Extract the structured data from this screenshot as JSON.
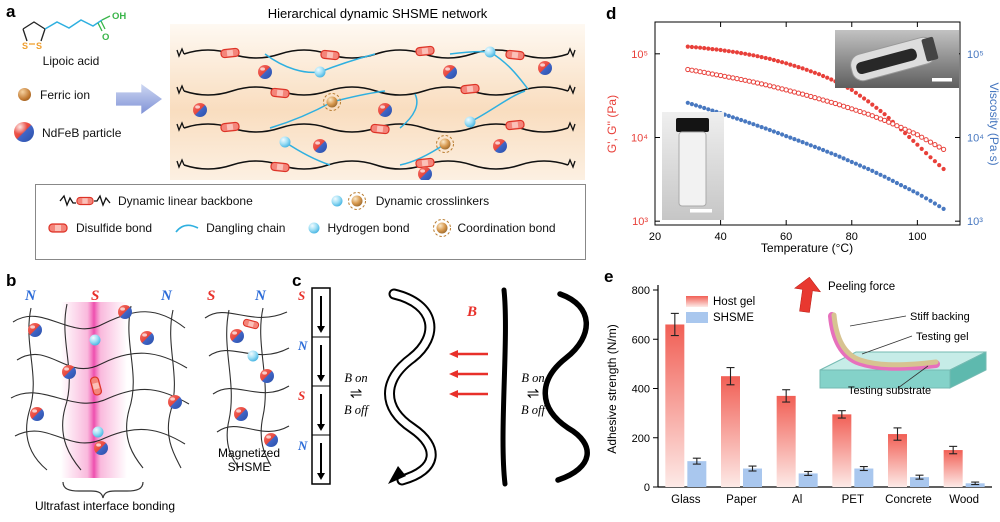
{
  "panels": {
    "a": {
      "label": "a",
      "network_title": "Hierarchical dynamic SHSME network",
      "materials": [
        {
          "name": "lipoic-acid",
          "label": "Lipoic acid"
        },
        {
          "name": "ferric-ion",
          "label": "Ferric ion"
        },
        {
          "name": "ndfeb-particle",
          "label": "NdFeB particle"
        }
      ],
      "molecule": {
        "o": "O",
        "oh": "OH",
        "s_left": "S",
        "s_right": "S"
      },
      "legend": {
        "row1": [
          {
            "name": "dynamic-linear-backbone",
            "label": "Dynamic linear backbone"
          },
          {
            "name": "dynamic-crosslinkers",
            "label": "Dynamic crosslinkers"
          }
        ],
        "row2": [
          {
            "name": "disulfide-bond",
            "label": "Disulfide bond"
          },
          {
            "name": "dangling-chain",
            "label": "Dangling chain"
          },
          {
            "name": "hydrogen-bond",
            "label": "Hydrogen bond"
          },
          {
            "name": "coordination-bond",
            "label": "Coordination bond"
          }
        ]
      }
    },
    "b": {
      "label": "b",
      "poles_top": [
        "N",
        "S",
        "N"
      ],
      "poles_small": [
        "S",
        "N"
      ],
      "magnetized_label": "Magnetized SHSME",
      "caption": "Ultrafast interface bonding",
      "pole_colors": {
        "N": "#2b6bd8",
        "S": "#e8302a"
      }
    },
    "c": {
      "label": "c",
      "magnet_poles": [
        "S",
        "N",
        "S",
        "N"
      ],
      "b_on": "B on",
      "b_off": "B off",
      "reversible": "⇌",
      "field_label": "B",
      "field_color": "#e8302a"
    },
    "d": {
      "label": "d"
    },
    "e": {
      "label": "e",
      "inset": {
        "peeling_force": "Peeling force",
        "stiff_backing": "Stiff backing",
        "testing_gel": "Testing gel",
        "testing_substrate": "Testing substrate"
      }
    }
  },
  "chart_data": [
    {
      "id": "rheology",
      "type": "scatter",
      "panel": "d",
      "xlabel": "Temperature (°C)",
      "ylabel_left": "G', G'' (Pa)",
      "ylabel_right": "Viscosity (Pa·s)",
      "xlim": [
        20,
        113
      ],
      "x_ticks": [
        20,
        40,
        60,
        80,
        100
      ],
      "ylog": [
        900,
        240000
      ],
      "y_ticks": [
        {
          "v": 1000,
          "label": "10³"
        },
        {
          "v": 10000,
          "label": "10⁴"
        },
        {
          "v": 100000,
          "label": "10⁵"
        }
      ],
      "axis_left_color": "#e8403a",
      "axis_right_color": "#4878c0",
      "grid": false,
      "series": [
        {
          "name": "G'",
          "axis": "left",
          "marker": "filled",
          "color": "#e8403a",
          "points": [
            [
              30,
              122000
            ],
            [
              35,
              117000
            ],
            [
              40,
              111000
            ],
            [
              45,
              104000
            ],
            [
              50,
              96000
            ],
            [
              55,
              87000
            ],
            [
              60,
              77000
            ],
            [
              65,
              67000
            ],
            [
              70,
              57000
            ],
            [
              75,
              47000
            ],
            [
              80,
              37000
            ],
            [
              85,
              27000
            ],
            [
              90,
              19000
            ],
            [
              95,
              12500
            ],
            [
              100,
              8200
            ],
            [
              104,
              5800
            ],
            [
              108,
              4200
            ]
          ]
        },
        {
          "name": "G''",
          "axis": "left",
          "marker": "open",
          "color": "#e8403a",
          "points": [
            [
              30,
              65000
            ],
            [
              35,
              60000
            ],
            [
              40,
              55000
            ],
            [
              45,
              50500
            ],
            [
              50,
              46000
            ],
            [
              55,
              41500
            ],
            [
              60,
              37000
            ],
            [
              65,
              33000
            ],
            [
              70,
              29000
            ],
            [
              75,
              25500
            ],
            [
              80,
              22000
            ],
            [
              85,
              19000
            ],
            [
              90,
              16000
            ],
            [
              95,
              13200
            ],
            [
              100,
              10800
            ],
            [
              104,
              8800
            ],
            [
              108,
              7200
            ]
          ]
        },
        {
          "name": "Viscosity",
          "axis": "right",
          "marker": "filled",
          "color": "#4878c0",
          "points": [
            [
              30,
              26000
            ],
            [
              35,
              22500
            ],
            [
              40,
              19500
            ],
            [
              45,
              16800
            ],
            [
              50,
              14400
            ],
            [
              55,
              12300
            ],
            [
              60,
              10400
            ],
            [
              65,
              8800
            ],
            [
              70,
              7400
            ],
            [
              75,
              6200
            ],
            [
              80,
              5100
            ],
            [
              85,
              4200
            ],
            [
              90,
              3400
            ],
            [
              95,
              2700
            ],
            [
              100,
              2150
            ],
            [
              104,
              1750
            ],
            [
              108,
              1400
            ]
          ]
        }
      ]
    },
    {
      "id": "adhesion",
      "type": "bar",
      "panel": "e",
      "ylabel": "Adhesive strength (N/m)",
      "ylim": [
        0,
        800
      ],
      "y_ticks": [
        0,
        200,
        400,
        600,
        800
      ],
      "categories": [
        "Glass",
        "Paper",
        "Al",
        "PET",
        "Concrete",
        "Wood"
      ],
      "legend_position": "top-left",
      "series": [
        {
          "name": "Host gel",
          "values": [
            660,
            450,
            370,
            295,
            215,
            150
          ],
          "errors": [
            45,
            35,
            25,
            15,
            25,
            15
          ],
          "color_top": "#f15f55",
          "color_bottom": "#fdeae7"
        },
        {
          "name": "SHSME",
          "values": [
            105,
            75,
            55,
            75,
            40,
            15
          ],
          "errors": [
            12,
            10,
            8,
            8,
            8,
            5
          ],
          "color": "#a9c7ee"
        }
      ]
    }
  ]
}
